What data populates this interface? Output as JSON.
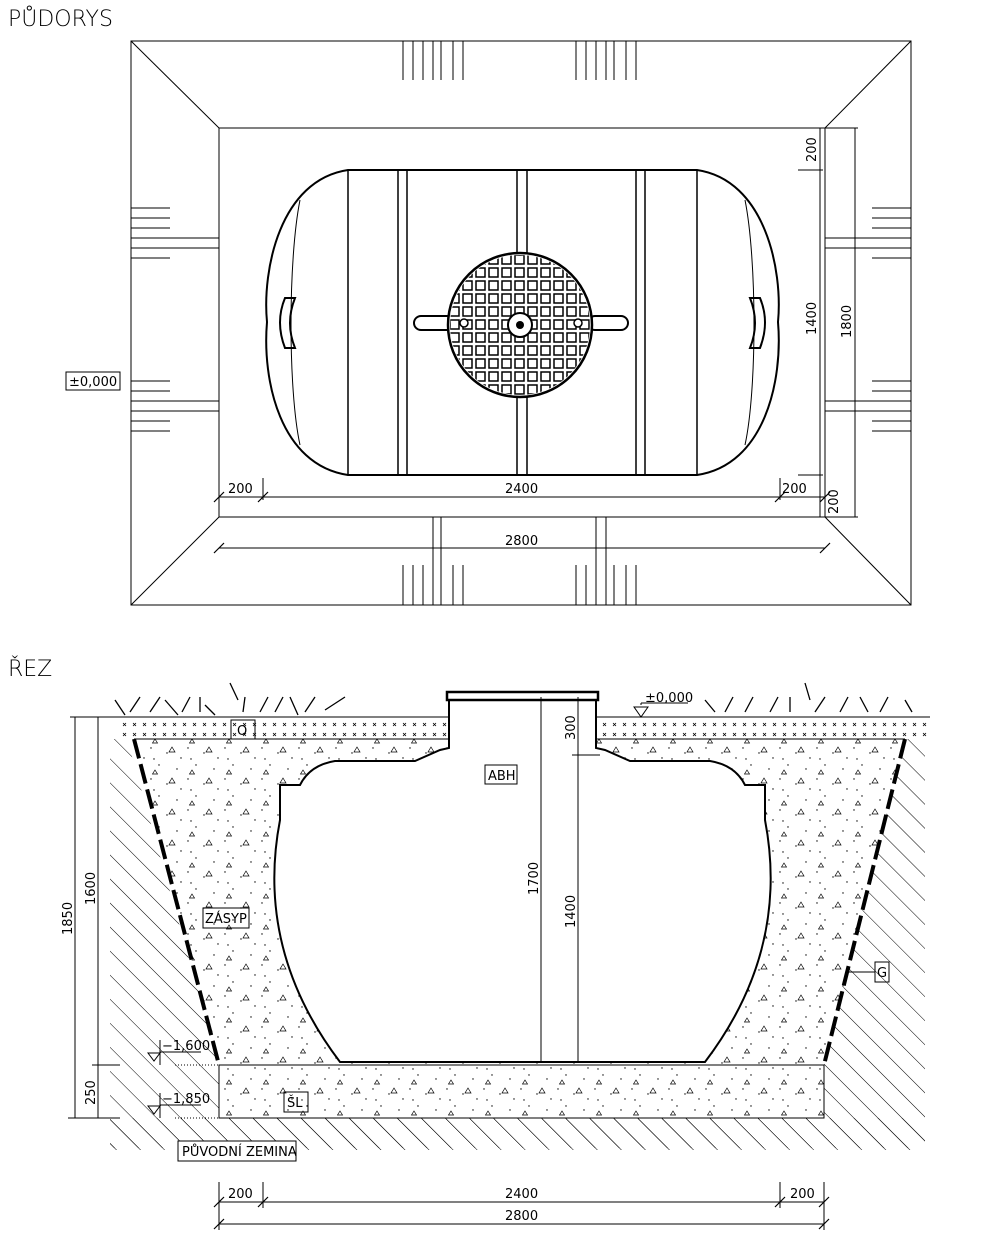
{
  "plan": {
    "title": "PŮDORYS",
    "level_label": "±0,000",
    "dims": {
      "left_gap": "200",
      "tank_length": "2400",
      "right_gap": "200",
      "total_length": "2800",
      "top_gap": "200",
      "tank_width": "1400",
      "total_width": "1800",
      "bottom_gap": "200"
    }
  },
  "section": {
    "title": "ŘEZ",
    "level_top": "±0,000",
    "level_tank_bottom": "−1,600",
    "level_pit_bottom": "−1,850",
    "labels": {
      "topsoil": "O",
      "tank": "ABH",
      "backfill": "ZÁSYP",
      "bedding": "ŠL",
      "geotextile": "G",
      "native_soil": "PŮVODNÍ ZEMINA"
    },
    "dims": {
      "total_depth": "1850",
      "tank_depth": "1600",
      "bedding": "250",
      "neck": "300",
      "tank_height": "1400",
      "total_height": "1700",
      "left_gap": "200",
      "tank_length": "2400",
      "right_gap": "200",
      "total_length": "2800"
    }
  }
}
